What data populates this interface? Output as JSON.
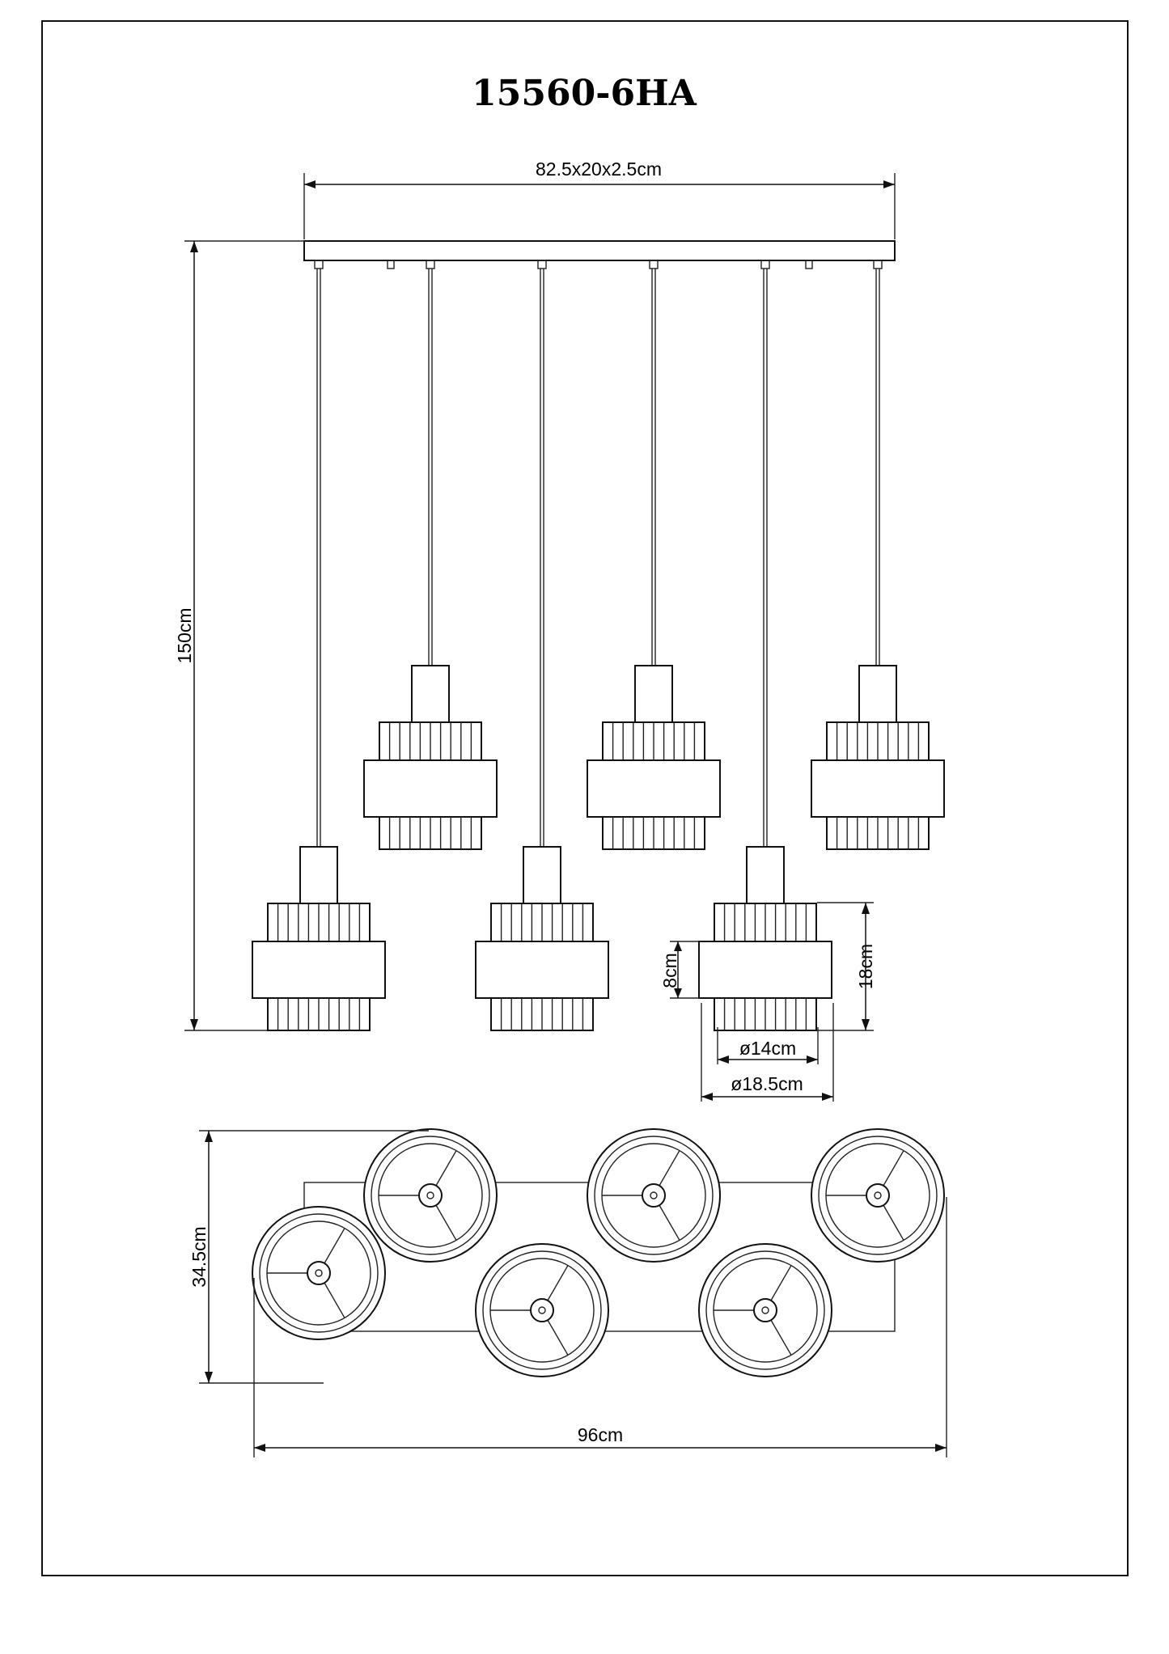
{
  "title": "15560-6HA",
  "dimensions": {
    "canopy": "82.5x20x2.5cm",
    "total_height": "150cm",
    "shade_height": "18cm",
    "band_height": "8cm",
    "inner_diameter": "ø14cm",
    "outer_diameter": "ø18.5cm",
    "plan_depth": "34.5cm",
    "plan_width": "96cm"
  }
}
